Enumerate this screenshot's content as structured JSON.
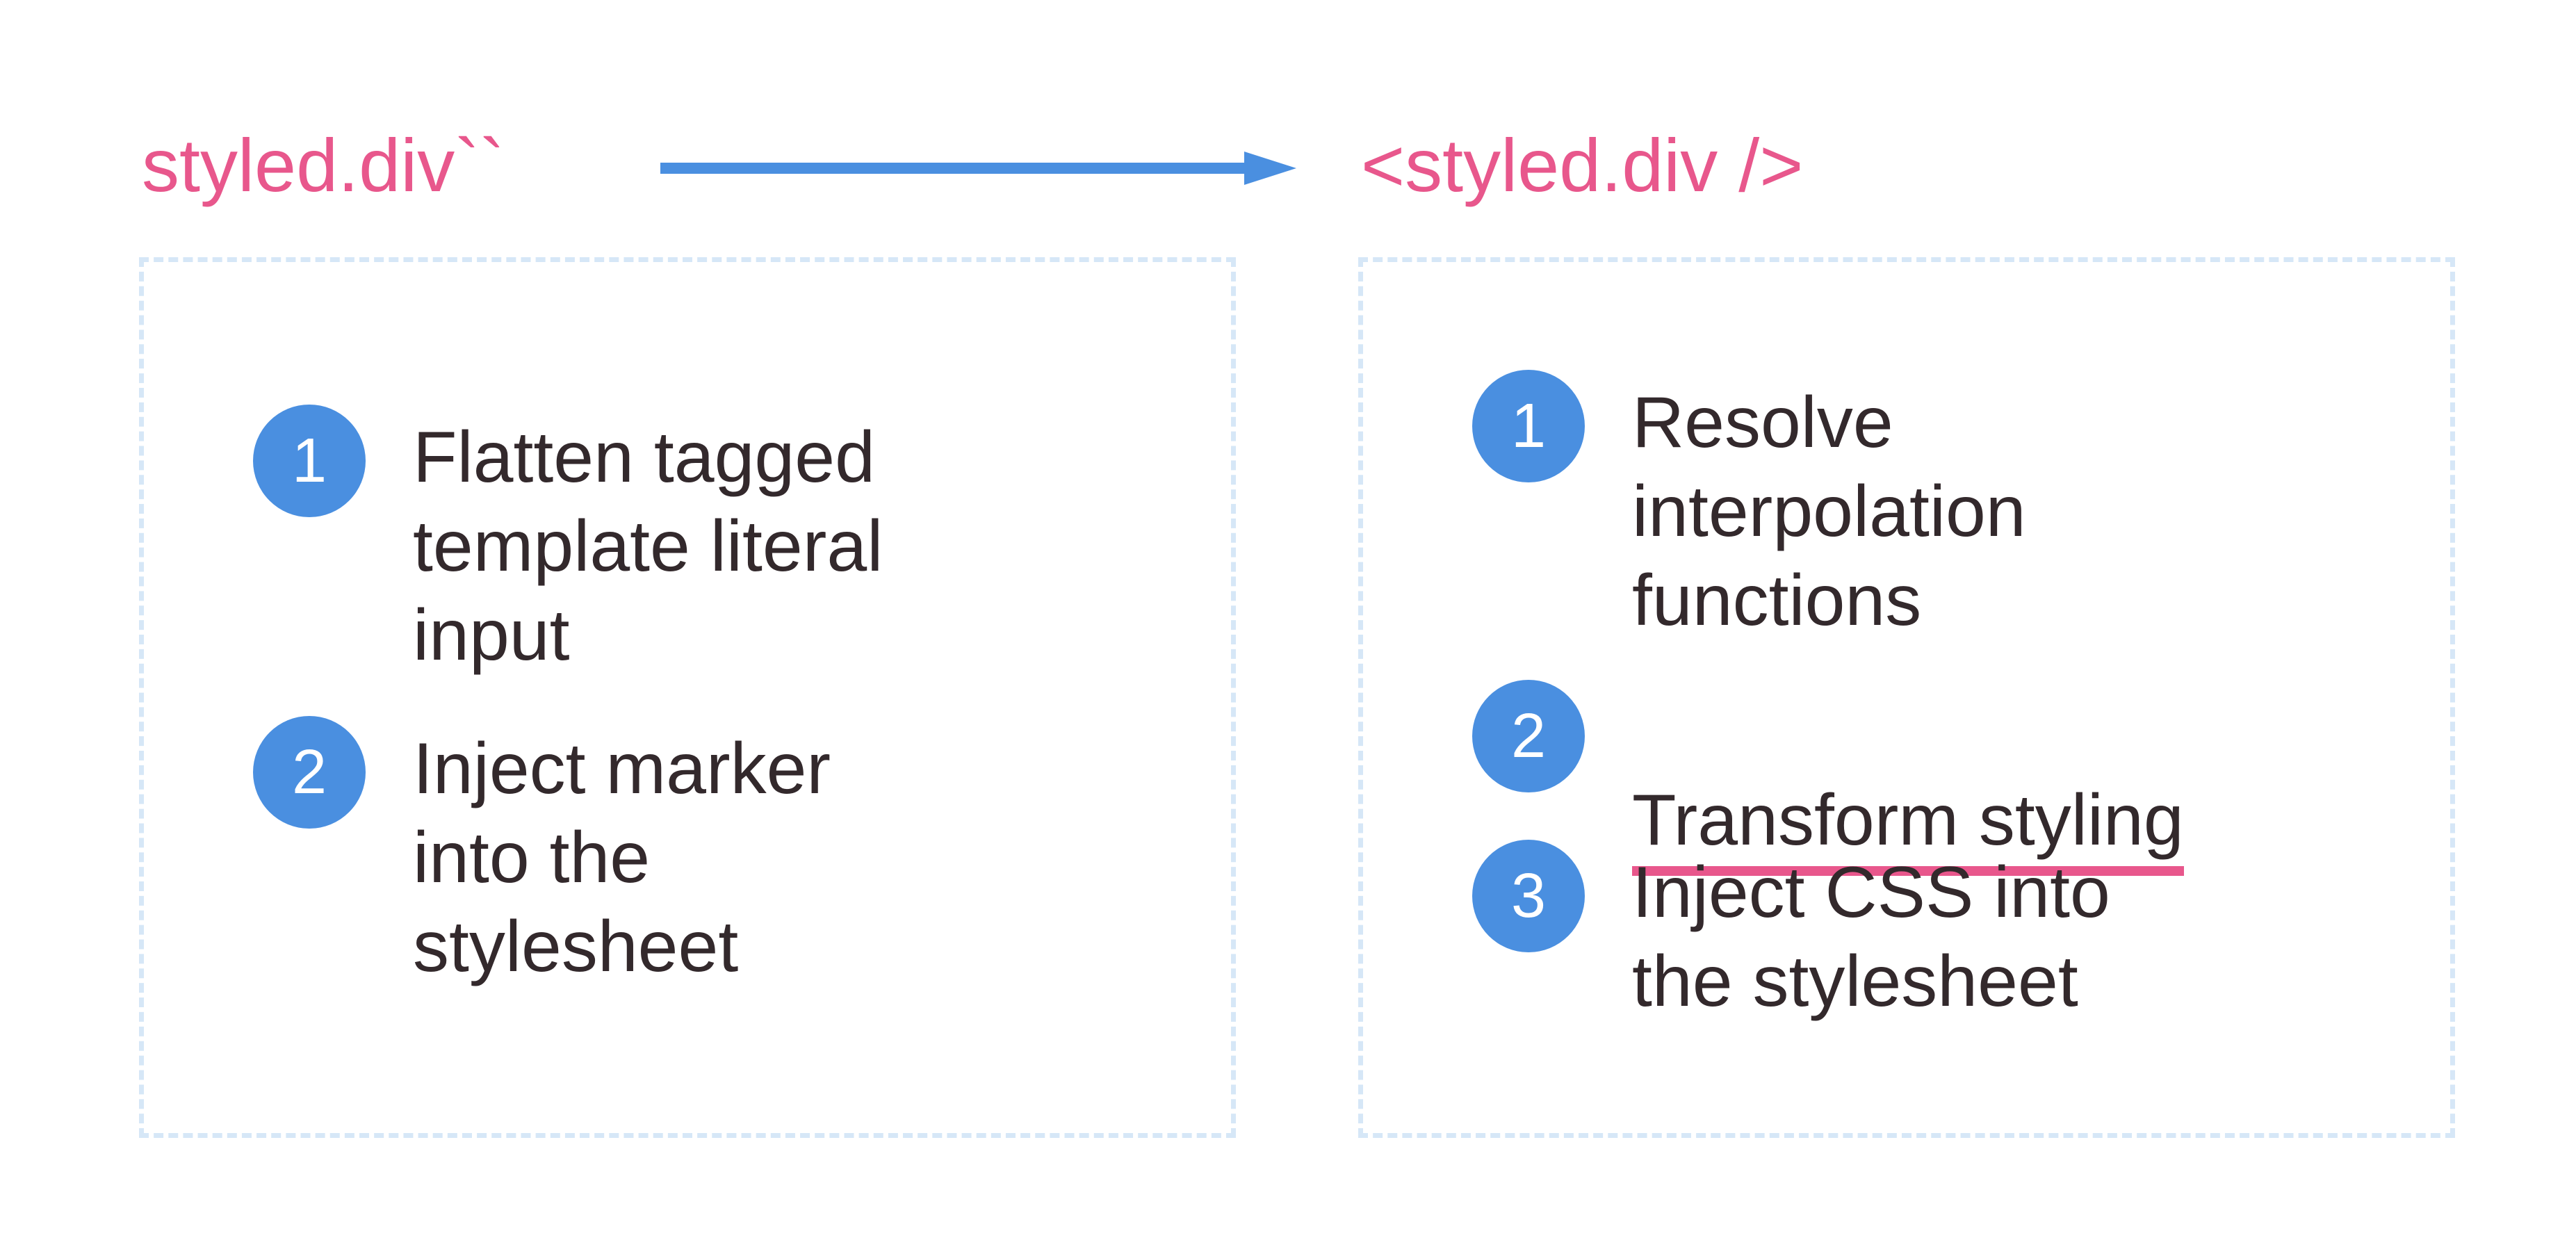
{
  "left": {
    "title": "styled.div``",
    "steps": [
      {
        "number": "1",
        "text": "Flatten tagged\ntemplate literal\ninput"
      },
      {
        "number": "2",
        "text": "Inject marker\ninto the\nstylesheet"
      }
    ]
  },
  "right": {
    "title": "<styled.div />",
    "steps": [
      {
        "number": "1",
        "text": "Resolve\ninterpolation\nfunctions"
      },
      {
        "number": "2",
        "text": "Transform styling"
      },
      {
        "number": "3",
        "text": "Inject CSS into\nthe stylesheet"
      }
    ]
  },
  "colors": {
    "title": "#e8578c",
    "arrow": "#4a8fe0",
    "badge": "#4a8fe0",
    "panel_border": "#d6e7f7",
    "text": "#33292c",
    "underline": "#e8578c"
  }
}
